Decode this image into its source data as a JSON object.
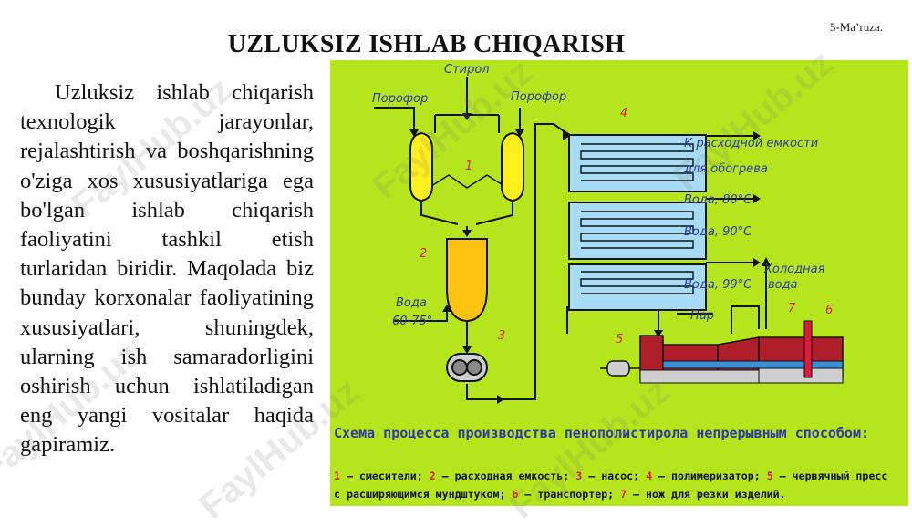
{
  "slide_number": "5-Ma’ruza.",
  "title": "UZLUKSIZ ISHLAB CHIQARISH",
  "body_text": "Uzluksiz ishlab chiqarish texnologik jarayonlar, rejalashtirish va boshqarishning o'ziga xos xususiyatlariga ega bo'lgan ishlab chiqarish faoliyatini tashkil etish turlaridan biridir. Maqolada biz bunday korxonalar faoliyatining xususiyatlari, shuningdek, ularning ish samaradorligini oshirish uchun ishlatiladigan eng yangi vositalar haqida gapiramiz.",
  "watermark": "FaylHub.uz",
  "diagram": {
    "background": "#b5e61d",
    "labels": {
      "styrene": "Стирол",
      "blowing_agent_left": "Порофор",
      "blowing_agent_right": "Порофор",
      "to_tank": "К расходной емкости",
      "for_heating": "для обогрева",
      "water_80": "Вода, 80°С",
      "water_90": "Вода, 90°С",
      "water_99": "Вода, 99°С",
      "cold_water_1": "Холодная",
      "cold_water_2": "вода",
      "water_in_1": "Вода",
      "water_in_2": "60-75°",
      "steam": "Пар"
    },
    "numbers": {
      "n1": "1",
      "n2": "2",
      "n3": "3",
      "n4": "4",
      "n5": "5",
      "n6": "6",
      "n7": "7"
    },
    "caption": "Схема процесса производства пенополистирола непрерывным способом:",
    "legend": {
      "n1": "1",
      "t1": " — смесители; ",
      "n2": "2",
      "t2": " — расходная емкость; ",
      "n3": "3",
      "t3": " — насос; ",
      "n4": "4",
      "t4": " — полимеризатор; ",
      "n5": "5",
      "t5": " — червячный пресс",
      "t6": "с расширяющимся мундштуком; ",
      "n6": "6",
      "t7": " — транспортер; ",
      "n7": "7",
      "t8": " — нож для резки изделий."
    },
    "colors": {
      "mixer": "#ffef1a",
      "tank": "#ffc20e",
      "polymerizer": "#a6dcf5",
      "press": "#b01e2a",
      "text_blue": "#2b3aa8",
      "number_red": "#d61f1f"
    }
  }
}
